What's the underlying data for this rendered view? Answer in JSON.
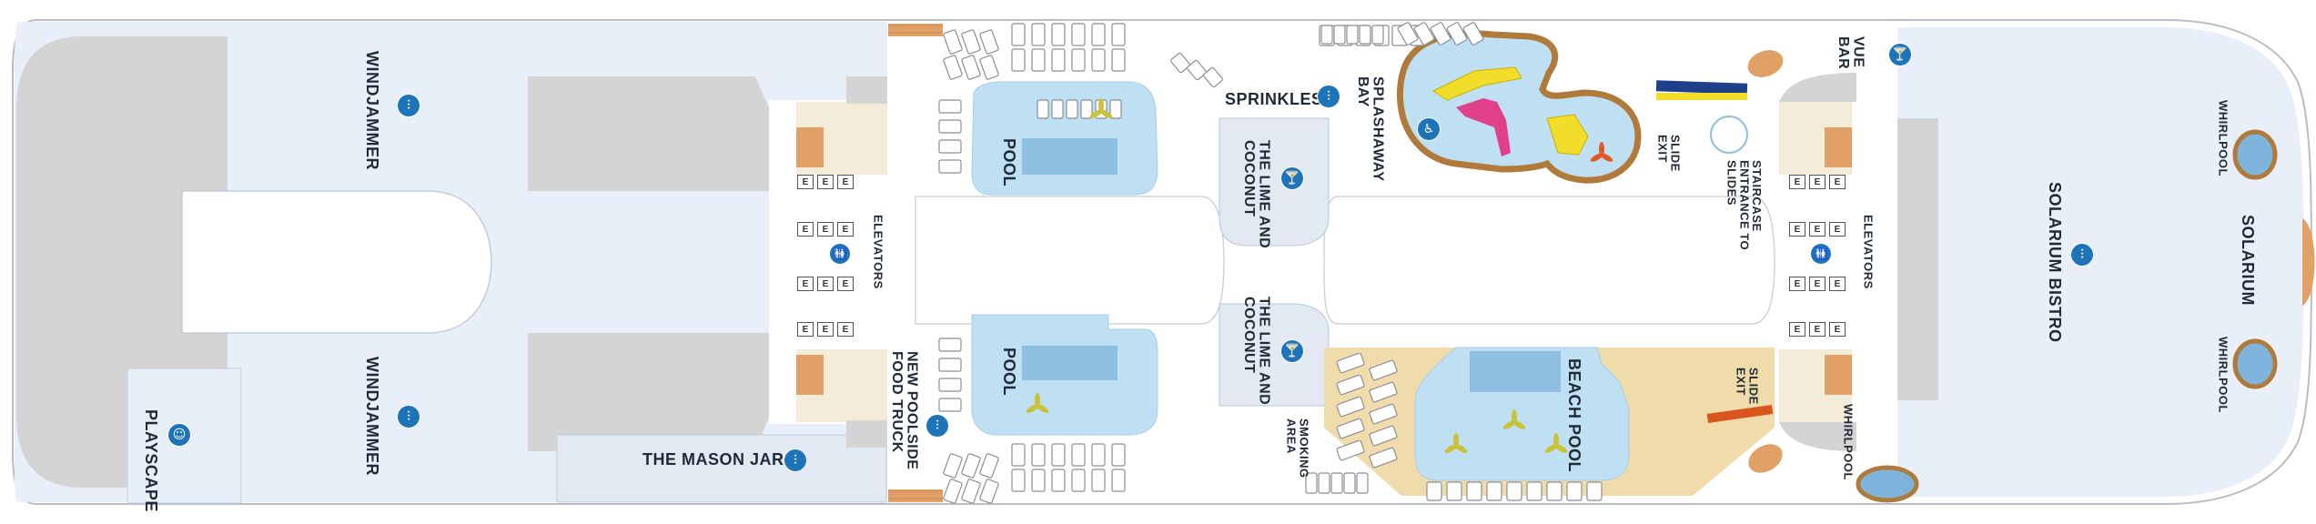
{
  "deck": {
    "venues": {
      "windjammer": "WINDJAMMER",
      "playscape": "PLAYSCAPE",
      "mason_jar": "THE MASON JAR",
      "elevators": "ELEVATORS",
      "food_truck": [
        "NEW POOLSIDE",
        "FOOD TRUCK"
      ],
      "pool": "POOL",
      "sprinkles": "SPRINKLES",
      "lime_coconut": [
        "THE LIME AND",
        "COCONUT"
      ],
      "smoking": [
        "SMOKING",
        "AREA"
      ],
      "splashaway": [
        "SPLASHAWAY",
        "BAY"
      ],
      "beach_pool": "BEACH POOL",
      "slide_exit": [
        "SLIDE",
        "EXIT"
      ],
      "staircase": [
        "STAIRCASE",
        "ENTRANCE TO",
        "SLIDES"
      ],
      "whirlpool": "WHIRLPOOL",
      "vue_bar": [
        "VUE",
        "BAR"
      ],
      "solarium_bistro": "SOLARIUM BISTRO",
      "solarium": "SOLARIUM"
    },
    "elevator_letter": "E",
    "icons": {
      "dining": "fork-knife-icon",
      "bar": "cocktail-icon",
      "kids": "playscape-icon",
      "accessible": "wheelchair-icon",
      "restroom": "restroom-icon",
      "umbrella": "umbrella-icon"
    },
    "colors": {
      "indoor": "#e8eff8",
      "interior_gray": "#cfcfcf",
      "pool_water": "#bfdff2",
      "pool_deep": "#8fbfe0",
      "sand": "#f0dcaa",
      "wood": "#e0a066",
      "slide_yellow": "#f2dd2a",
      "slide_pink": "#e0408a",
      "marker_blue": "#1e74b8"
    }
  }
}
